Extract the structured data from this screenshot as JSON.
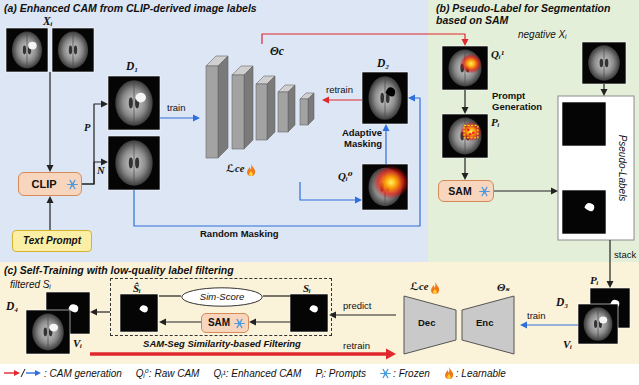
{
  "diagram": {
    "nodes": [
      {
        "text": [
          "(a) Enhanced CAM from CLIP-derived image labels"
        ]
      },
      {
        "text": [
          "Xᵢ"
        ],
        "in": 0
      },
      {
        "text": [
          "D₁"
        ],
        "in": 0
      },
      {
        "text": [
          "CLIP"
        ],
        "in": 0
      },
      {
        "text": [
          "Text Prompt"
        ],
        "in": 0
      },
      {
        "text": [
          "Θc",
          "ℒce"
        ],
        "in": 0
      },
      {
        "text": [
          "D₂"
        ],
        "in": 0
      },
      {
        "text": [
          "Qᵢ⁰"
        ],
        "in": 0
      },
      {
        "text": [
          "(b) Pseudo-Label for Segmentation based on SAM"
        ]
      },
      {
        "text": [
          "Qᵢ¹"
        ],
        "in": 8
      },
      {
        "text": [
          "Pᵢ"
        ],
        "in": 8
      },
      {
        "text": [
          "SAM"
        ],
        "in": 8
      },
      {
        "text": [
          "negative Xᵢ"
        ],
        "in": 8
      },
      {
        "text": [
          "Pseudo-Labels"
        ],
        "in": 8
      },
      {
        "text": [
          "(c) Self-Training with low-quality label filtering"
        ]
      },
      {
        "text": [
          "filtered Sᵢ",
          "D₄",
          "Vᵢ"
        ],
        "in": 14
      },
      {
        "text": [
          "SAM-Seg Similarity-based Filtering"
        ],
        "in": 14
      },
      {
        "text": [
          "Ŝᵢ"
        ],
        "in": 16
      },
      {
        "text": [
          "Sim-Score"
        ],
        "in": 16
      },
      {
        "text": [
          "SAM"
        ],
        "in": 16
      },
      {
        "text": [
          "Sᵢ"
        ],
        "in": 16
      },
      {
        "text": [
          "ℒce",
          "Θₛ",
          "Dec",
          "Enc"
        ],
        "in": 14
      },
      {
        "text": [
          "D₃",
          "Pᵢ",
          "Vᵢ"
        ],
        "in": 14
      }
    ],
    "edges": [
      {
        "from": 1,
        "to": 3,
        "arrow": "to"
      },
      {
        "from": 4,
        "to": 3,
        "arrow": "to"
      },
      {
        "from": 3,
        "to": 2,
        "label": "P",
        "arrow": "to"
      },
      {
        "from": 3,
        "to": 2,
        "label": "N",
        "arrow": "to"
      },
      {
        "from": 2,
        "to": 5,
        "label": "train",
        "arrow": "to"
      },
      {
        "from": 5,
        "to": 7,
        "arrow": "to"
      },
      {
        "from": 7,
        "to": 6,
        "label": "Adaptive Masking",
        "arrow": "to"
      },
      {
        "from": 2,
        "to": 6,
        "label": "Random Masking",
        "arrow": "to"
      },
      {
        "from": 6,
        "to": 5,
        "label": "retrain",
        "arrow": "to"
      },
      {
        "from": 5,
        "to": 9,
        "arrow": "to"
      },
      {
        "from": 9,
        "to": 10,
        "label": "Prompt Generation",
        "arrow": "to"
      },
      {
        "from": 10,
        "to": 11,
        "arrow": "to"
      },
      {
        "from": 11,
        "to": 13,
        "arrow": "to"
      },
      {
        "from": 12,
        "to": 13,
        "arrow": "to"
      },
      {
        "from": 13,
        "to": 22,
        "label": "stack",
        "arrow": "to"
      },
      {
        "from": 22,
        "to": 21,
        "label": "train",
        "arrow": "to"
      },
      {
        "from": 21,
        "to": 20,
        "label": "predict",
        "arrow": "to"
      },
      {
        "from": 20,
        "to": 19,
        "arrow": "to"
      },
      {
        "from": 19,
        "to": 17,
        "arrow": "to"
      },
      {
        "from": 17,
        "to": 18,
        "arrow": "none"
      },
      {
        "from": 20,
        "to": 18,
        "arrow": "none"
      },
      {
        "from": 16,
        "to": 15,
        "arrow": "to"
      },
      {
        "from": 15,
        "to": 21,
        "label": "retrain",
        "arrow": "to"
      }
    ],
    "legend": [
      {
        "text": ": CAM generation"
      },
      {
        "text": "Qᵢ⁰: Raw CAM"
      },
      {
        "text": "Qᵢ¹: Enhanced CAM"
      },
      {
        "text": "Pᵢ: Prompts"
      },
      {
        "text": ": Frozen"
      },
      {
        "text": ": Learnable"
      }
    ]
  }
}
